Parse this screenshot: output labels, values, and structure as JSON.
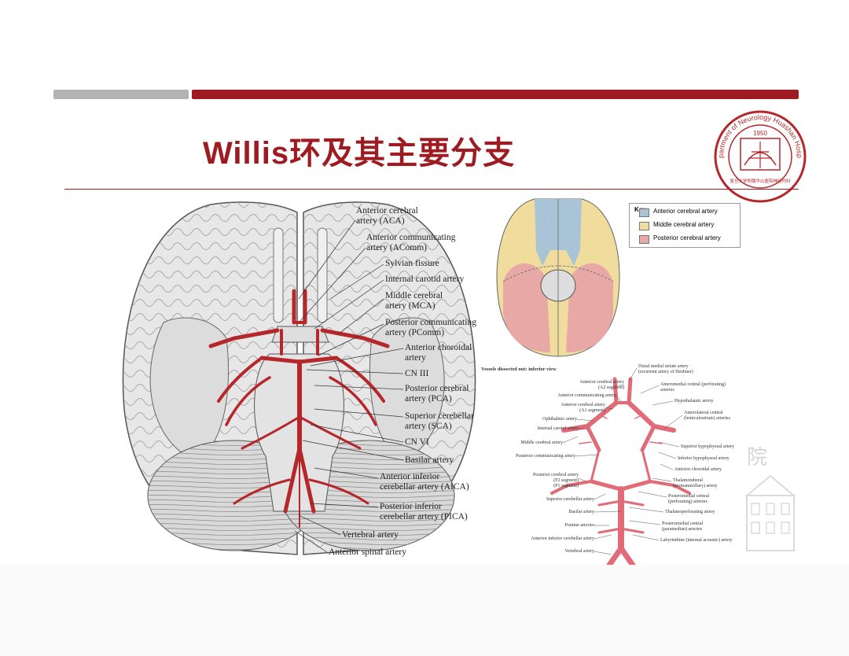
{
  "slide": {
    "title": "Willis环及其主要分支"
  },
  "logo": {
    "text": "Department of Neurology Huashan Hospital",
    "year": "1950",
    "subtext": "复旦大学附属华山医院神经内科"
  },
  "main_figure": {
    "labels": [
      "Anterior cerebral\nartery (ACA)",
      "Anterior communicating\nartery (AComm)",
      "Sylvian fissure",
      "Internal carotid artery",
      "Middle cerebral\nartery (MCA)",
      "Posterior communicating\nartery  (PComm)",
      "Anterior choroidal\nartery",
      "CN III",
      "Posterior cerebral\nartery (PCA)",
      "Superior cerebellar\nartery (SCA)",
      "CN VI",
      "Basilar artery",
      "Anterior inferior\ncerebellar artery (AICA)",
      "Posterior inferior\ncerebellar artery (PICA)",
      "Vertebral artery",
      "Anterior spinal artery"
    ]
  },
  "territory_figure": {
    "key_title": "Key",
    "key_items": [
      {
        "label": "Anterior cerebral artery",
        "color": "#a9c4d6"
      },
      {
        "label": "Middle cerebral artery",
        "color": "#f0dc9c"
      },
      {
        "label": "Posterior cerebral artery",
        "color": "#e8a9a6"
      }
    ]
  },
  "vessel_figure": {
    "caption": "Vessels dissected out: inferior view",
    "left_labels": [
      "Anterior cerebral artery\n(A2 segment)",
      "Anterior communicating artery",
      "Anterior cerebral artery\n(A1 segment)",
      "Ophthalmic artery",
      "Internal carotid artery",
      "Middle cerebral artery",
      "Posterior communicating artery",
      "Posterior cerebral artery\n(P2 segment)\n(P1 segment)",
      "Superior cerebellar artery",
      "Basilar artery",
      "Pontine arteries",
      "Anterior inferior cerebellar artery",
      "Vertebral artery"
    ],
    "right_labels": [
      "Distal medial striate artery\n(recurrent artery of Heubner)",
      "Anteromedial central (perforating)\narteries",
      "Hypothalamic artery",
      "Anterolateral central\n(lenticulostriate) arteries",
      "Superior hypophyseal artery",
      "Inferior hypophyseal artery",
      "Anterior choroidal artery",
      "Thalamotuberal\n(premammillary) artery",
      "Posteromedial central\n(perforating) arteries",
      "Thalamoperforating artery",
      "Posteromedial central\n(paramedian) arteries",
      "Labyrinthine (internal acoustic) artery"
    ]
  },
  "colors": {
    "accent": "#9e1b22",
    "bar_gray": "#b3b3b3",
    "artery_red": "#b5272b",
    "vessel_pink": "#f08a93"
  }
}
